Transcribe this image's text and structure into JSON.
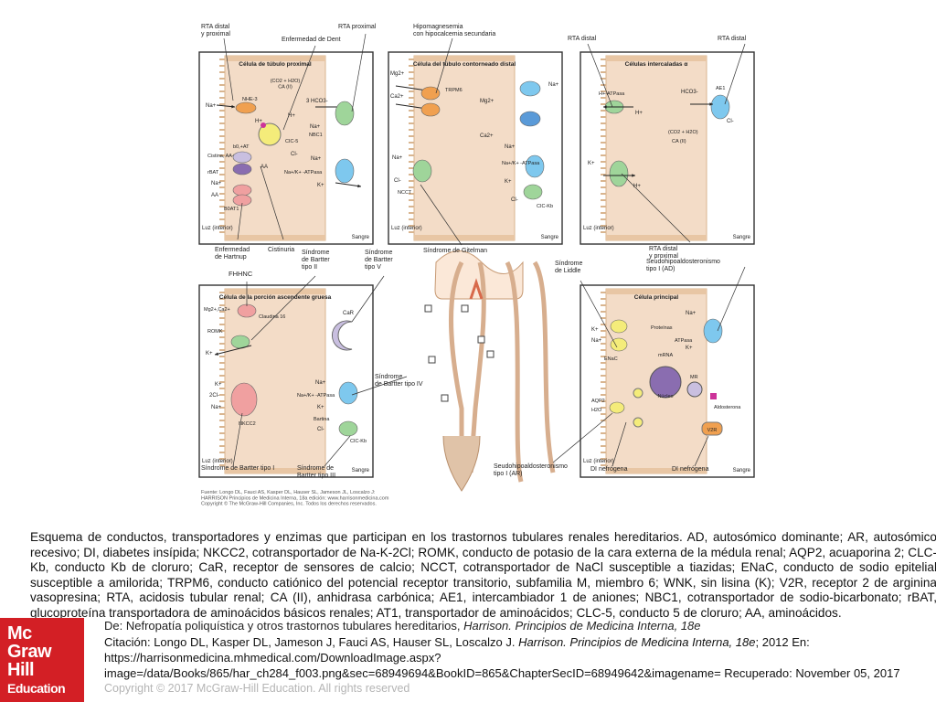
{
  "figure": {
    "panels": {
      "proximal": {
        "title": "Célula de túbulo proximal",
        "enzyme": "(CO2 + H2O)\nCA (II)",
        "luz": "Luz (interior)",
        "sangre": "Sangre",
        "labels": [
          "Na+",
          "NHE-3",
          "H+",
          "H+",
          "3 HCO3-",
          "Na+",
          "NBC1",
          "CIC-5",
          "Cl-",
          "Cistina, AA+",
          "b0,+AT",
          "rBAT",
          "AA",
          "Na+",
          "AA",
          "B0AT1",
          "Na+",
          "Na+/K+ -ATPasa",
          "K+"
        ]
      },
      "distal": {
        "title": "Célula del túbulo contorneado distal",
        "luz": "Luz (interior)",
        "sangre": "Sangre",
        "labels": [
          "Mg2+",
          "Ca2+",
          "TRPM6",
          "Mg2+",
          "Na+",
          "Ca2+",
          "Na+",
          "Na+/K+ -ATPasa",
          "K+",
          "Na+",
          "Cl-",
          "NCCT",
          "Cl-",
          "CIC-Kb"
        ]
      },
      "intercalated": {
        "title": "Células intercaladas α",
        "luz": "Luz (interior)",
        "sangre": "Sangre",
        "labels": [
          "H+-ATPasa",
          "H+",
          "HCO3-",
          "AE1",
          "Cl-",
          "(CO2 + H2O)",
          "CA (II)",
          "K+",
          "H+"
        ]
      },
      "thick": {
        "title": "Célula de la porción ascendente gruesa",
        "luz": "Luz (interior)",
        "sangre": "Sangre",
        "labels": [
          "Mg2+,Ca2+",
          "Claudina 16",
          "ROMK",
          "K+",
          "CaR",
          "K+",
          "2Cl-",
          "Na+",
          "NKCC2",
          "Na+",
          "Na+/K+ -ATPasa",
          "K+",
          "Bartina",
          "Cl-",
          "CIC-Kb"
        ]
      },
      "principal": {
        "title": "Célula principal",
        "luz": "Luz (interior)",
        "sangre": "Sangre",
        "labels": [
          "K+",
          "Na+",
          "Proteínas",
          "ATPasa",
          "Na+",
          "K+",
          "ENaC",
          "mRNA",
          "MR",
          "Núcleo",
          "Aldosterona",
          "AQP2",
          "H2O",
          "V2R"
        ]
      }
    },
    "callouts": {
      "rta_distal_proximal": "RTA distal\ny proximal",
      "dent": "Enfermedad de Dent",
      "rta_proximal": "RTA proximal",
      "hipomagnesemia": "Hipomagnesemia\ncon hipocalcemia secundaria",
      "rta_distal_1": "RTA distal",
      "rta_distal_2": "RTA distal",
      "hartnup": "Enfermedad\nde Hartnup",
      "cistinuria": "Cistinuria",
      "gitelman": "Síndrome de Gitelman",
      "rta_distal_proximal_2": "RTA distal\ny proximal",
      "fhhnc": "FHHNC",
      "bartter_ii": "Síndrome\nde Bartter\ntipo II",
      "bartter_v": "Síndrome\nde Bartter\ntipo V",
      "liddle": "Síndrome\nde Liddle",
      "pseudo_ad": "Seudohipoaldosteronismo\ntipo I (AD)",
      "bartter_iv": "Síndrome\nde Bartter tipo IV",
      "bartter_i": "Síndrome de Bartter tipo I",
      "bartter_iii": "Síndrome de\nBartter tipo III",
      "pseudo_ar": "Seudohipoaldosteronismo\ntipo I (AR)",
      "di_1": "DI nefrógena",
      "di_2": "DI nefrógena"
    },
    "fuente": "Fuente: Longo DL, Fauci AS, Kasper DL, Hauser SL, Jameson JL, Loscalzo J:\nHARRISON Principios de Medicina Interna, 18a edición: www.harrisonmedicina.com\nCopyright © The McGraw-Hill Companies, Inc. Todos los derechos reservados."
  },
  "caption": "Esquema de conductos, transportadores y enzimas que participan en los trastornos tubulares renales hereditarios. AD, autosómico dominante; AR, autosómico recesivo; DI, diabetes insípida; NKCC2, cotransportador de Na-K-2Cl; ROMK, conducto de potasio de la cara externa de la médula renal; AQP2, acuaporina 2; CLC-Kb, conducto Kb de cloruro; CaR, receptor de sensores de calcio; NCCT, cotransportador de NaCl susceptible a tiazidas; ENaC, conducto de sodio epitelial susceptible a amilorida; TRPM6, conducto catiónico del potencial receptor transitorio, subfamilia M, miembro 6; WNK, sin lisina (K); V2R, receptor 2 de arginina vasopresina; RTA, acidosis tubular renal; CA (II), anhidrasa carbónica; AE1, intercambiador 1 de aniones; NBC1, cotransportador de sodio-bicarbonato; rBAT, glucoproteína transportadora de aminoácidos básicos renales; AT1, transportador de aminoácidos; CLC-5, conducto 5 de cloruro; AA, aminoácidos.",
  "source_line": {
    "prefix": "De: Nefropatía poliquística y otros trastornos tubulares hereditarios, ",
    "book": "Harrison. Principios de Medicina Interna, 18e"
  },
  "citation": {
    "label": "Citación:",
    "authors": " Longo DL, Kasper DL, Jameson J, Fauci AS, Hauser SL, Loscalzo J. ",
    "book": "Harrison. Principios de Medicina Interna, 18e",
    "rest": "; 2012 En: https://harrisonmedicina.mhmedical.com/DownloadImage.aspx?image=/data/Books/865/har_ch284_f003.png&sec=68949694&BookID=865&ChapterSecID=68949642&imagename= Recuperado: November 05, 2017"
  },
  "copyright": "Copyright © 2017 McGraw-Hill Education. All rights reserved",
  "logo": {
    "lines": [
      "Mc",
      "Graw",
      "Hill",
      "Education"
    ],
    "color": "#d31f25"
  },
  "colors": {
    "cell_fill": "#f3dcc7",
    "cell_stroke": "#d9b58f",
    "orange": "#f0a050",
    "green": "#9fd59a",
    "blue": "#7ec8ee",
    "yellow": "#f4ec7a",
    "pink": "#f0a0a0",
    "purple": "#8a6db0",
    "lavender": "#c9bfe0"
  }
}
